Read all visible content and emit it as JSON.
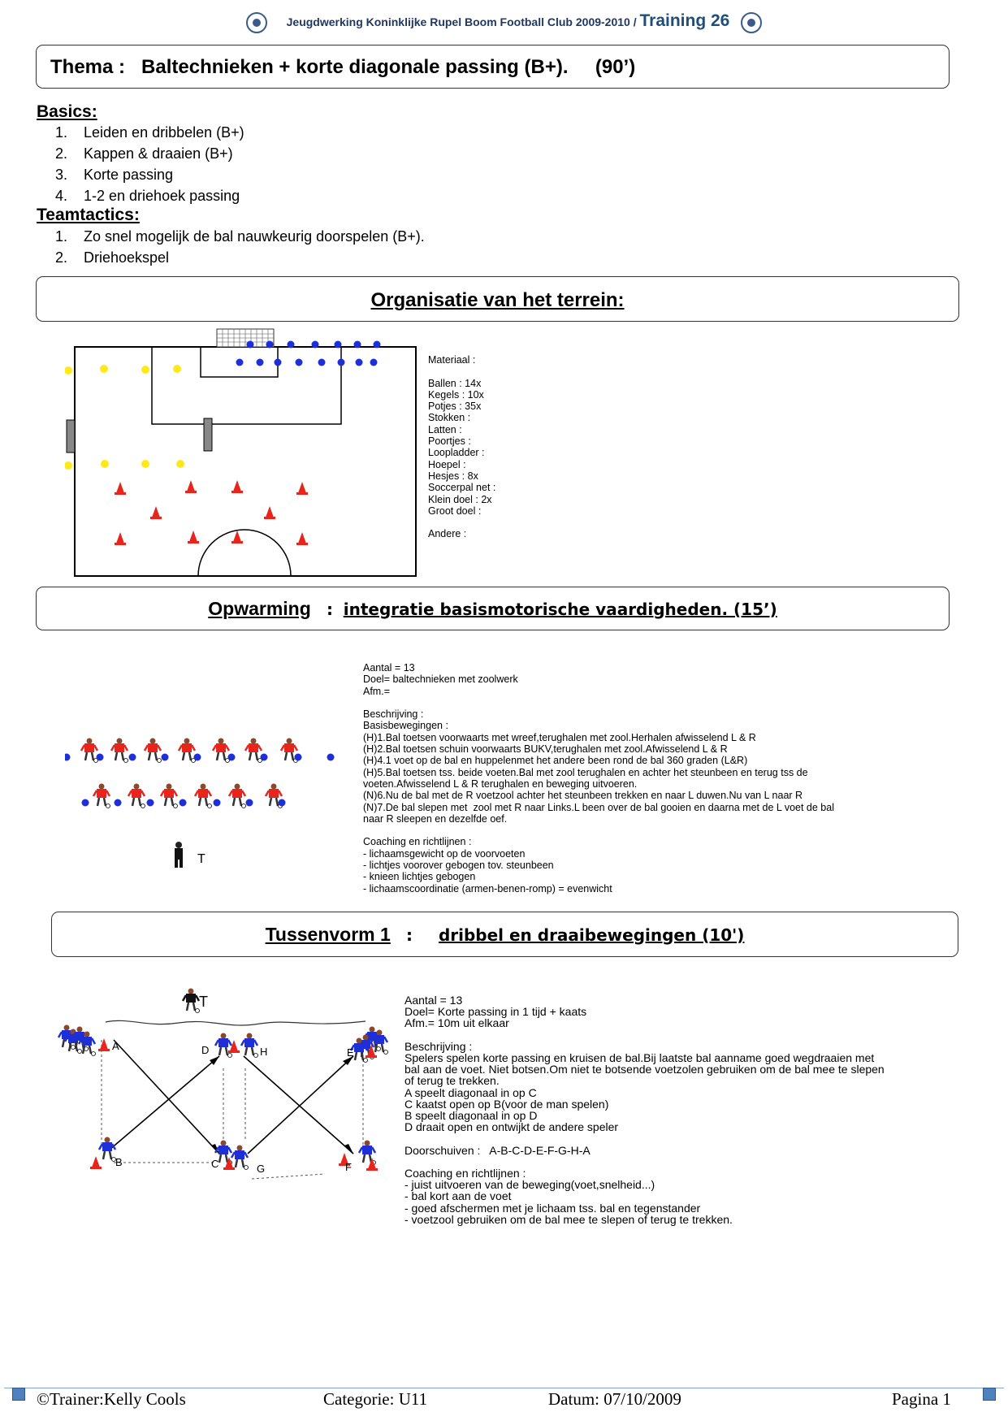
{
  "header": {
    "club": "Jeugdwerking Koninklijke Rupel Boom Football Club 2009-2010 /",
    "training": "Training 26"
  },
  "thema": {
    "label": "Thema :",
    "text": "Baltechnieken + korte diagonale passing (B+).",
    "duration": "(90’)"
  },
  "basics": {
    "heading": "Basics:",
    "items": [
      {
        "n": "1.",
        "text": "Leiden en dribbelen (B+)"
      },
      {
        "n": "2.",
        "text": "Kappen & draaien (B+)"
      },
      {
        "n": "3.",
        "text": "Korte passing"
      },
      {
        "n": "4.",
        "text": "1-2 en driehoek passing"
      }
    ]
  },
  "teamtactics": {
    "heading": "Teamtactics:",
    "items": [
      {
        "n": "1.",
        "text": "Zo snel mogelijk de bal nauwkeurig doorspelen (B+)."
      },
      {
        "n": "2.",
        "text": "Driehoekspel"
      }
    ]
  },
  "organisatie": {
    "title": "Organisatie van het terrein:",
    "materiaal": "Materiaal :\n\nBallen : 14x\nKegels : 10x\nPotjes : 35x\nStokken :\nLatten :\nPoortjes :\nLoopladder :\nHoepel :\nHesjes : 8x\nSoccerpal net :\nKlein doel : 2x\nGroot doel :\n\nAndere :"
  },
  "opwarming": {
    "title_main": "Opwarming",
    "title_sep": ":",
    "title_rest": "integratie basismotorische vaardigheden. (15’)",
    "trainer_label": "T",
    "description": "Aantal = 13\nDoel= baltechnieken met zoolwerk\nAfm.=\n\nBeschrijving :\nBasisbewegingen :\n(H)1.Bal toetsen voorwaarts met wreef,terughalen met zool.Herhalen afwisselend L & R\n(H)2.Bal toetsen schuin voorwaarts BUKV,terughalen met zool.Afwisselend L & R\n(H)4.1 voet op de bal en huppelenmet het andere been rond de bal 360 graden (L&R)\n(H)5.Bal toetsen tss. beide voeten.Bal met zool terughalen en achter het steunbeen en terug tss de\nvoeten.Afwisselend L & R terughalen en beweging uitvoeren.\n(N)6.Nu de bal met de R voetzool achter het steunbeen trekken en naar L duwen.Nu van L naar R\n(N)7.De bal slepen met  zool met R naar Links.L been over de bal gooien en daarna met de L voet de bal\nnaar R sleepen en dezelfde oef.\n\nCoaching en richtlijnen :\n- lichaamsgewicht op de voorvoeten\n- lichtjes voorover gebogen tov. steunbeen\n- knieen lichtjes gebogen\n- lichaamscoordinatie (armen-benen-romp) = evenwicht"
  },
  "tussenvorm": {
    "title_main": "Tussenvorm 1",
    "title_sep": ":",
    "title_rest": "dribbel en draaibewegingen  (10')",
    "labels": {
      "T": "T",
      "A": "A",
      "B": "B",
      "C": "C",
      "D": "D",
      "E": "E",
      "F": "F",
      "G": "G",
      "H": "H"
    },
    "description": "Aantal = 13\nDoel= Korte passing in 1 tijd + kaats\nAfm.= 10m uit elkaar\n\nBeschrijving :\nSpelers spelen korte passing en kruisen de bal.Bij laatste bal aanname goed wegdraaien met\nbal aan de voet. Niet botsen.Om niet te botsende voetzolen gebruiken om de bal mee te slepen\nof terug te trekken.\nA speelt diagonaal in op C\nC kaatst open op B(voor de man spelen)\nB speelt diagonaal in op D\nD draait open en ontwijkt de andere speler\n\nDoorschuiven :   A-B-C-D-E-F-G-H-A\n\nCoaching en richtlijnen :\n- juist uitvoeren van de beweging(voet,snelheid...)\n- bal kort aan de voet\n- goed afschermen met je lichaam tss. bal en tegenstander\n- voetzool gebruiken om de bal mee te slepen of terug te trekken."
  },
  "footer": {
    "trainer": "©Trainer:Kelly Cools",
    "categorie": "Categorie:  U11",
    "datum": "Datum: 07/10/2009",
    "pagina": "Pagina 1"
  },
  "colors": {
    "red": "#e8241c",
    "blue": "#1f2fd8",
    "yellow": "#ffe81a",
    "accent": "#1f4e79"
  }
}
